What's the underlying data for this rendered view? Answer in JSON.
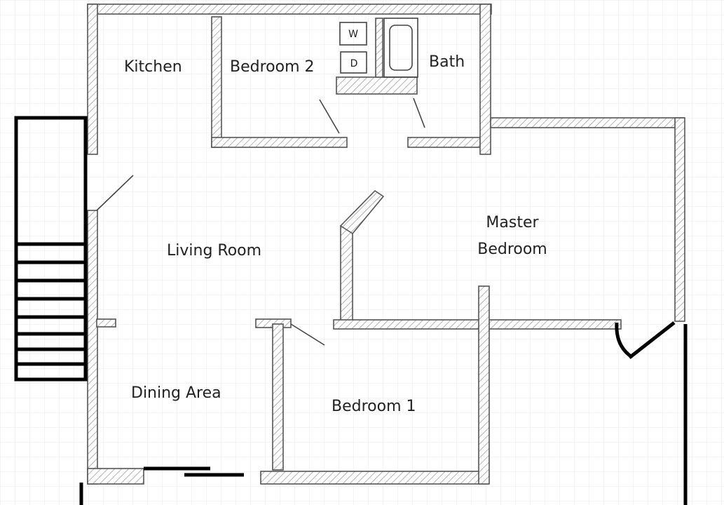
{
  "rooms": {
    "kitchen": "Kitchen",
    "bedroom2": "Bedroom 2",
    "bath": "Bath",
    "master_line1": "Master",
    "master_line2": "Bedroom",
    "living": "Living Room",
    "dining": "Dining Area",
    "bedroom1": "Bedroom 1"
  },
  "appliances": {
    "washer": "W",
    "dryer": "D"
  },
  "colors": {
    "ink": "#444444",
    "grid": "#e6e6e6",
    "bold": "#000000"
  }
}
